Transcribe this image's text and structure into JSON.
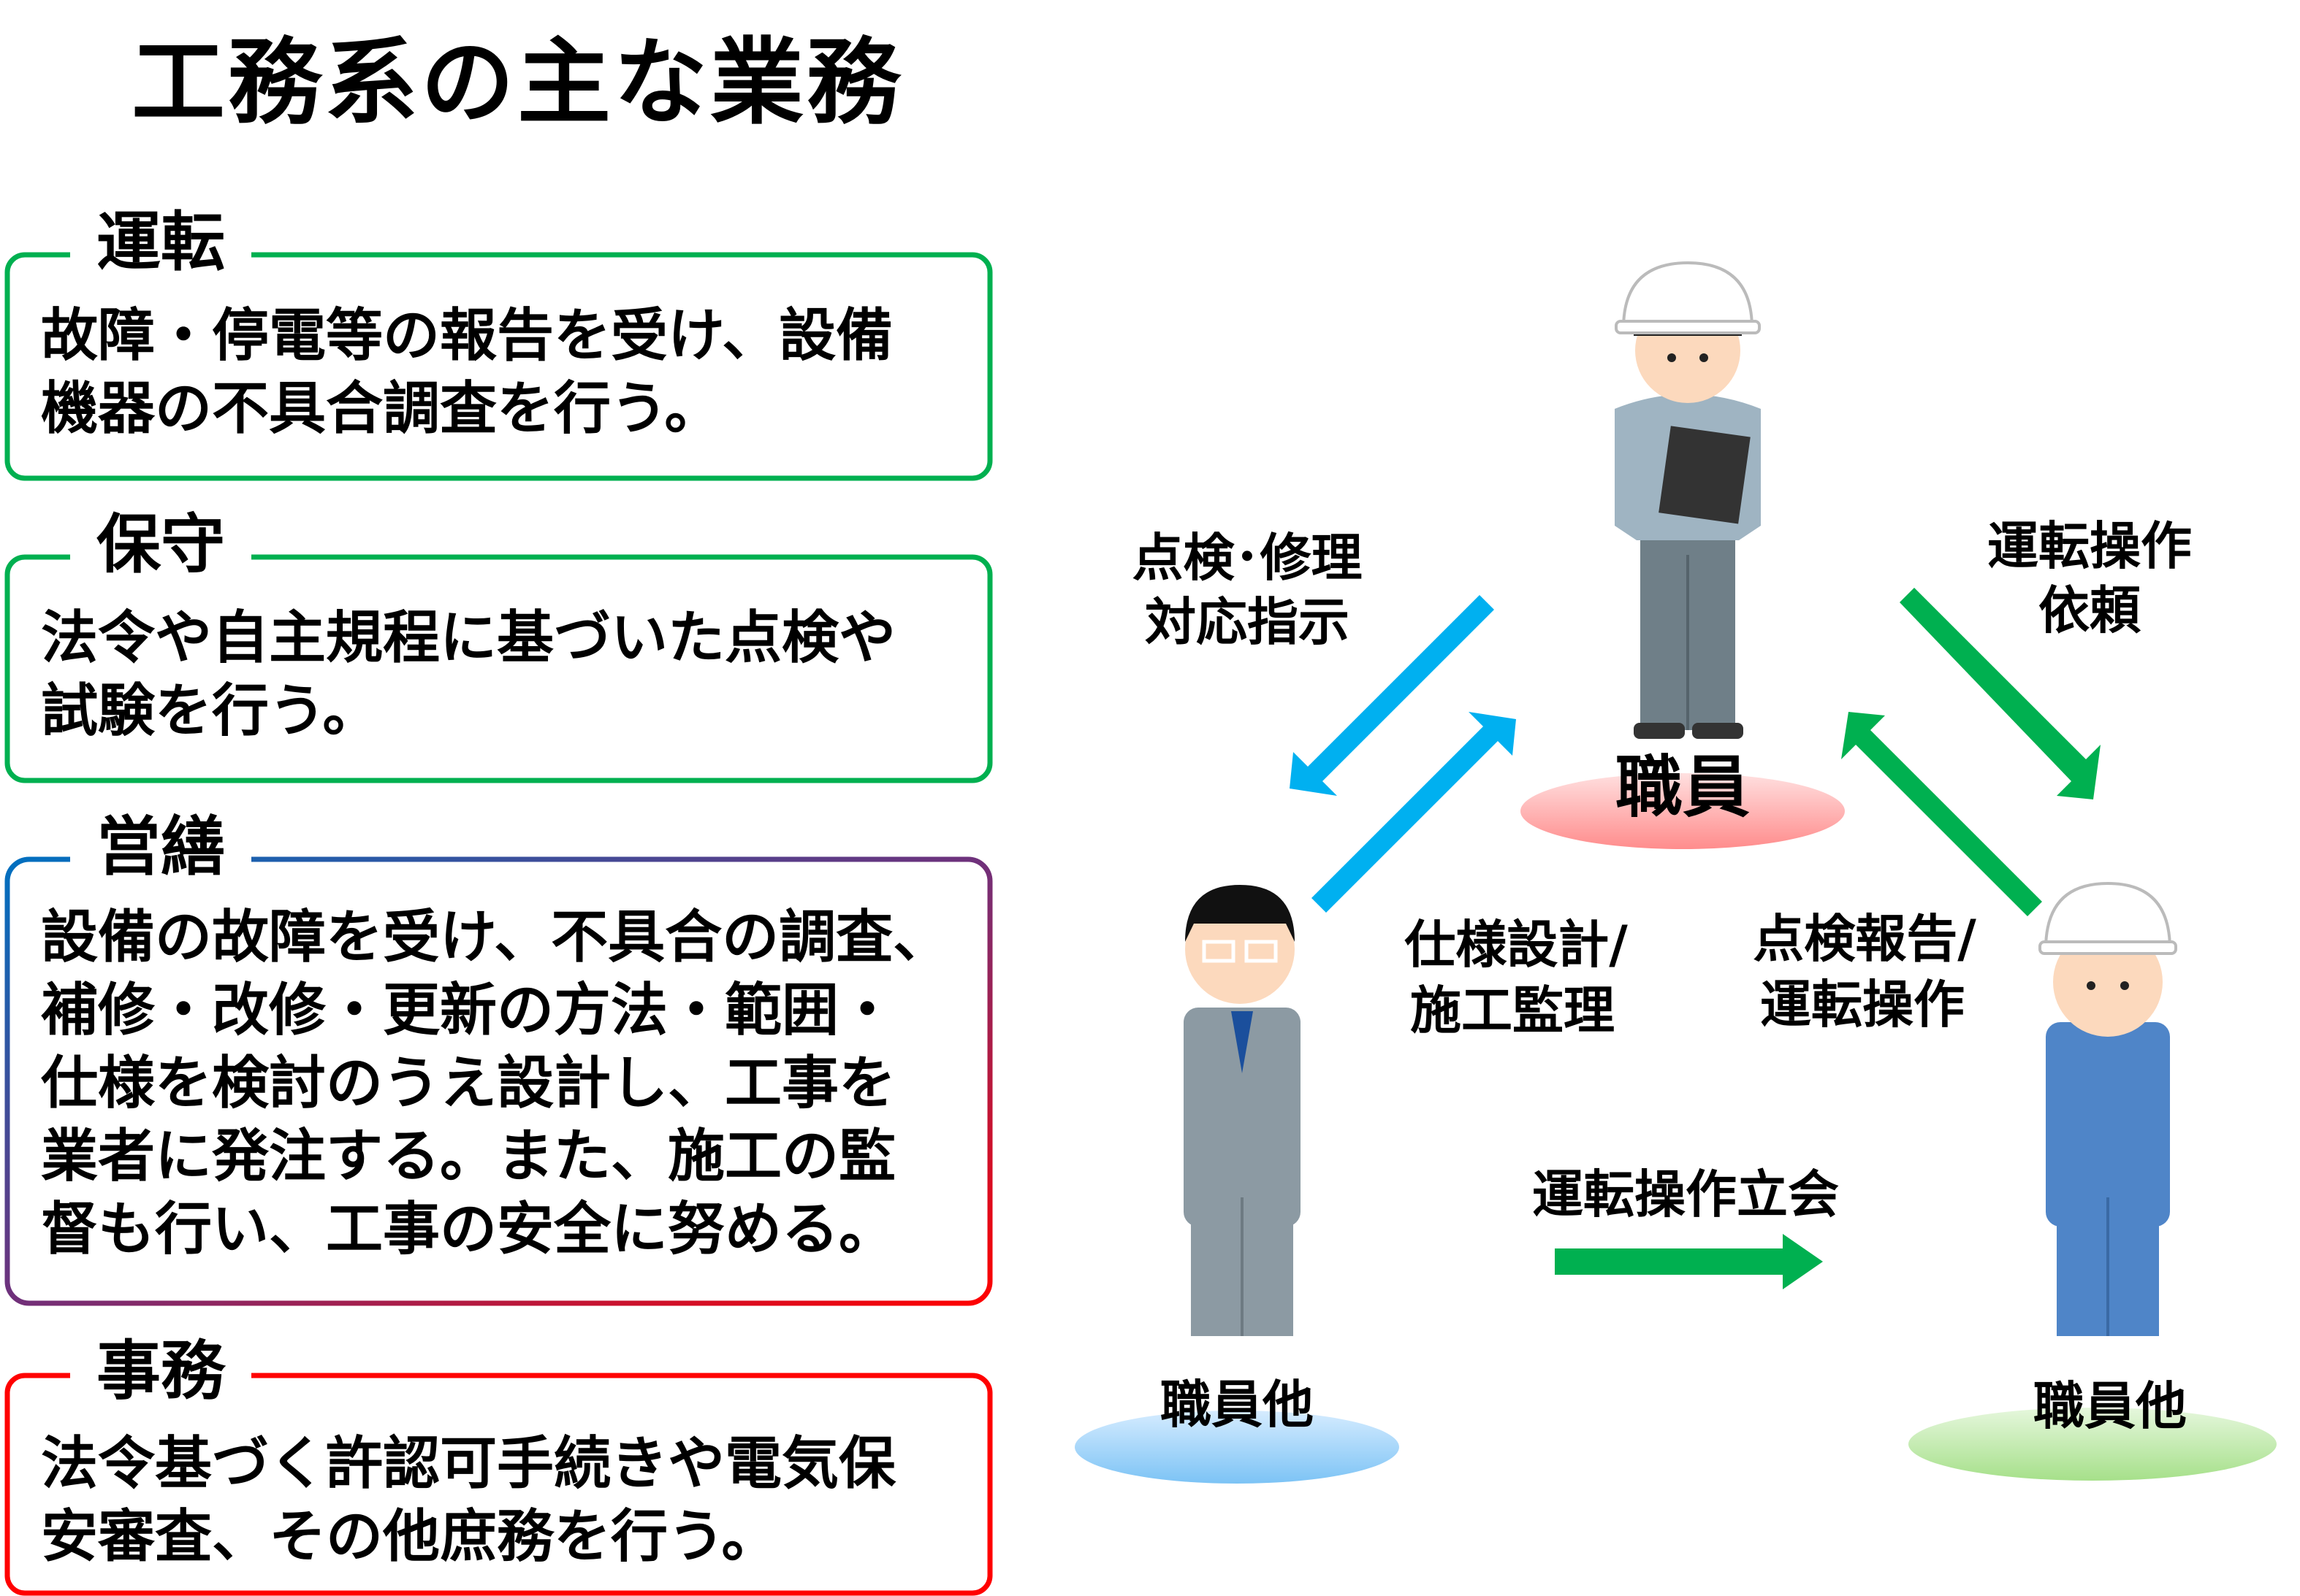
{
  "title": "工務系の主な業務",
  "sections": [
    {
      "label": "運転",
      "color": "#00b050",
      "lines": [
        "故障・停電等の報告を受け、設備",
        "機器の不具合調査を行う。"
      ]
    },
    {
      "label": "保守",
      "color": "#00b050",
      "lines": [
        "法令や自主規程に基づいた点検や",
        "試験を行う。"
      ]
    },
    {
      "label": "営繕",
      "color_start": "#0070c0",
      "color_end": "#ff0000",
      "lines": [
        "設備の故障を受け、不具合の調査、",
        "補修・改修・更新の方法・範囲・",
        "仕様を検討のうえ設計し、工事を",
        "業者に発注する。また、施工の監",
        "督も行い、工事の安全に努める。"
      ]
    },
    {
      "label": "事務",
      "color": "#ff0000",
      "lines": [
        "法令基づく許認可手続きや電気保",
        "安審査、その他庶務を行う。"
      ]
    }
  ],
  "diagram": {
    "nodes": {
      "staff": {
        "label": "職員",
        "color": "#ff9999"
      },
      "staff_other_left": {
        "label": "職員他",
        "color": "#99ccff"
      },
      "staff_other_right": {
        "label": "職員他",
        "color": "#b3e6a0"
      }
    },
    "edges": {
      "inspect_repair": {
        "lines": [
          "点検･修理",
          "対応指示"
        ],
        "color": "#00b0f0"
      },
      "spec_design": {
        "lines": [
          "仕様設計/",
          "施工監理"
        ],
        "color": "#00b0f0"
      },
      "operation_request": {
        "lines": [
          "運転操作",
          "依頼"
        ],
        "color": "#00b050"
      },
      "inspection_report": {
        "lines": [
          "点検報告/",
          "運転操作"
        ],
        "color": "#00b050"
      },
      "operation_witness": {
        "label": "運転操作立会",
        "color": "#00b050"
      }
    }
  }
}
